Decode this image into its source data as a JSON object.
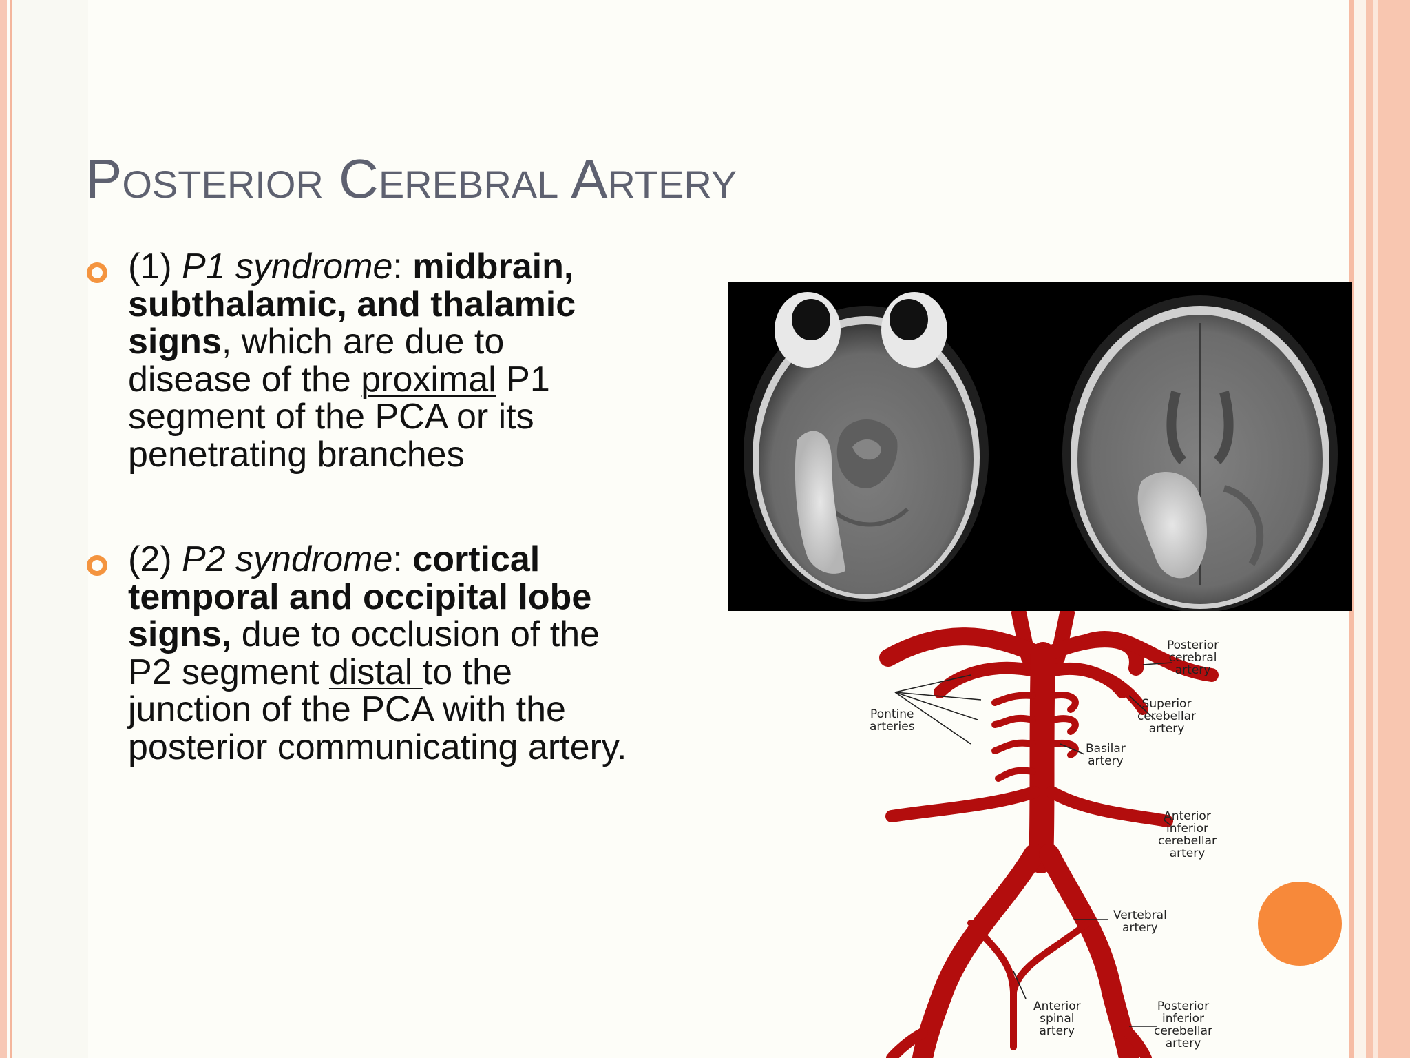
{
  "slide": {
    "title": "Posterior Cerebral Artery",
    "bullets": [
      {
        "num": "(1) ",
        "term": "P1 syndrome",
        "colon": ": ",
        "bold": "midbrain, subthalamic, and thalamic signs",
        "rest_a": ", which are due to disease of the ",
        "underlined": "proximal",
        "rest_b": " P1 segment of the PCA or its penetrating branches"
      },
      {
        "num": "(2) ",
        "term": "P2 syndrome",
        "colon": ": ",
        "bold": "cortical temporal and occipital lobe signs,",
        "rest_a": " due to occlusion of the P2 segment ",
        "underlined": "distal ",
        "rest_b": "to the junction of the PCA with the posterior communicating artery."
      }
    ]
  },
  "diagram_labels": {
    "posterior_cerebral": "Posterior\ncerebral\nartery",
    "superior_cerebellar": "Superior\ncerebellar\nartery",
    "pontine": "Pontine\narteries",
    "basilar": "Basilar\nartery",
    "anterior_inferior_cerebellar": "Anterior\ninferior\ncerebellar\nartery",
    "vertebral": "Vertebral\nartery",
    "anterior_spinal": "Anterior\nspinal\nartery",
    "posterior_inferior_cerebellar": "Posterior\ninferior\ncerebellar\nartery"
  },
  "colors": {
    "accent": "#f4943f",
    "title": "#5e6170",
    "artery_red": "#b30d0d",
    "border_peach": "#f7c8b5"
  }
}
